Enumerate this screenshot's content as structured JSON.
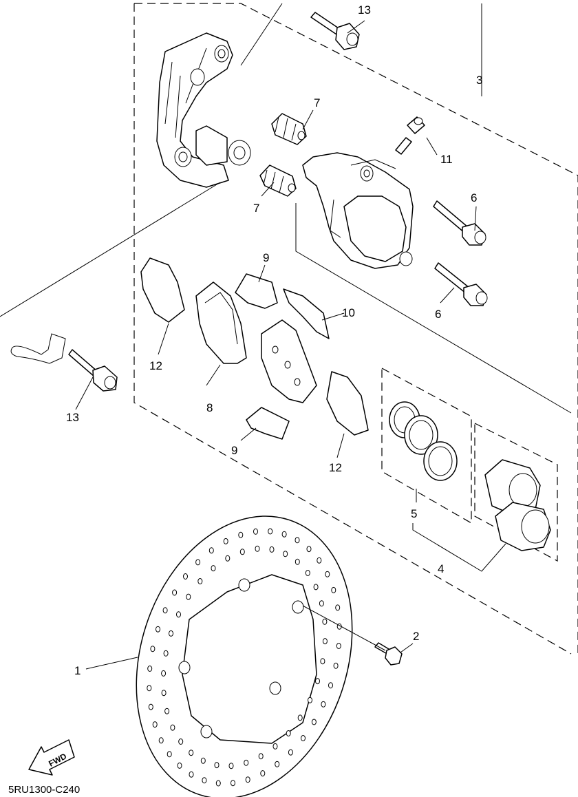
{
  "callouts": {
    "c1": "1",
    "c2": "2",
    "c3": "3",
    "c4": "4",
    "c5": "5",
    "c6a": "6",
    "c6b": "6",
    "c7a": "7",
    "c7b": "7",
    "c8": "8",
    "c9a": "9",
    "c9b": "9",
    "c10": "10",
    "c11": "11",
    "c12a": "12",
    "c12b": "12",
    "c13a": "13",
    "c13b": "13"
  },
  "fwd_label": "FWD",
  "diagram_code": "5RU1300-C240"
}
